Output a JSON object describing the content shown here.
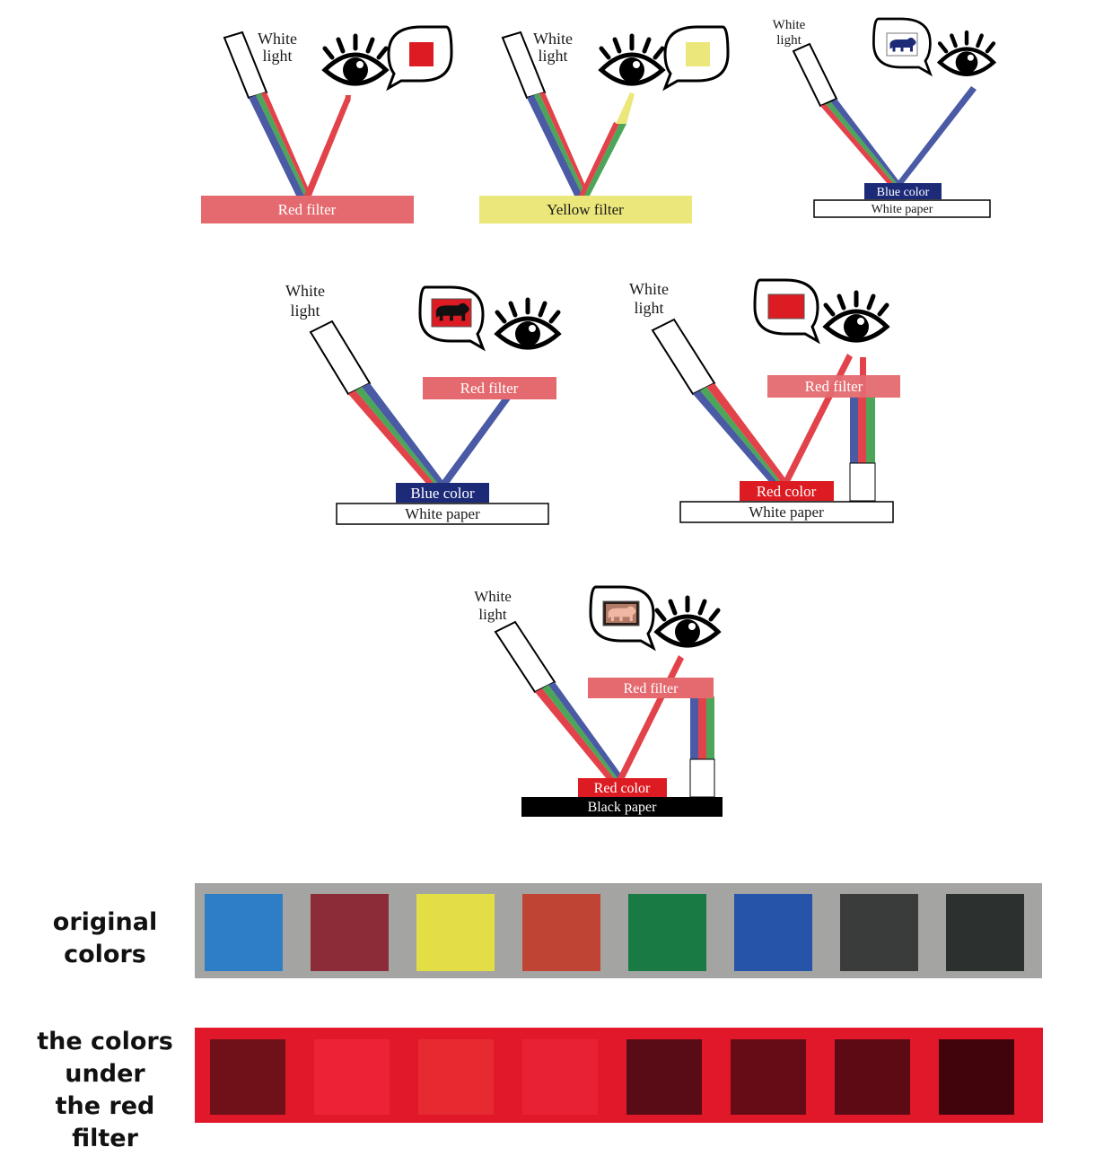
{
  "colors": {
    "light_red": "#e46a6f",
    "red": "#dc1c22",
    "yellow": "#ebe77a",
    "navy": "#1c2a78",
    "ray_red": "#e2434a",
    "ray_green": "#4ca65a",
    "ray_blue": "#4a5aa4",
    "black": "#000000"
  },
  "labels": {
    "white_light": "White light",
    "red_filter": "Red filter",
    "yellow_filter": "Yellow filter",
    "blue_color": "Blue color",
    "white_paper": "White paper",
    "red_color": "Red color",
    "black_paper": "Black paper"
  },
  "rows": {
    "original": {
      "line1": "original",
      "line2": "colors"
    },
    "filtered": {
      "line1": "the colors",
      "line2": "under",
      "line3": "the red filter"
    }
  },
  "swatches": {
    "original_bg": "#a4a5a2",
    "original": [
      "#2e7ec6",
      "#8c2c38",
      "#e4de46",
      "#c04434",
      "#1a7a44",
      "#2654a8",
      "#3a3c3c",
      "#2c302e"
    ],
    "filtered_bg": "#e0182a",
    "filtered": [
      "#701018",
      "#ee2236",
      "#e62a30",
      "#e82234",
      "#5a0c16",
      "#660c16",
      "#5c0a14",
      "#42040c"
    ]
  }
}
